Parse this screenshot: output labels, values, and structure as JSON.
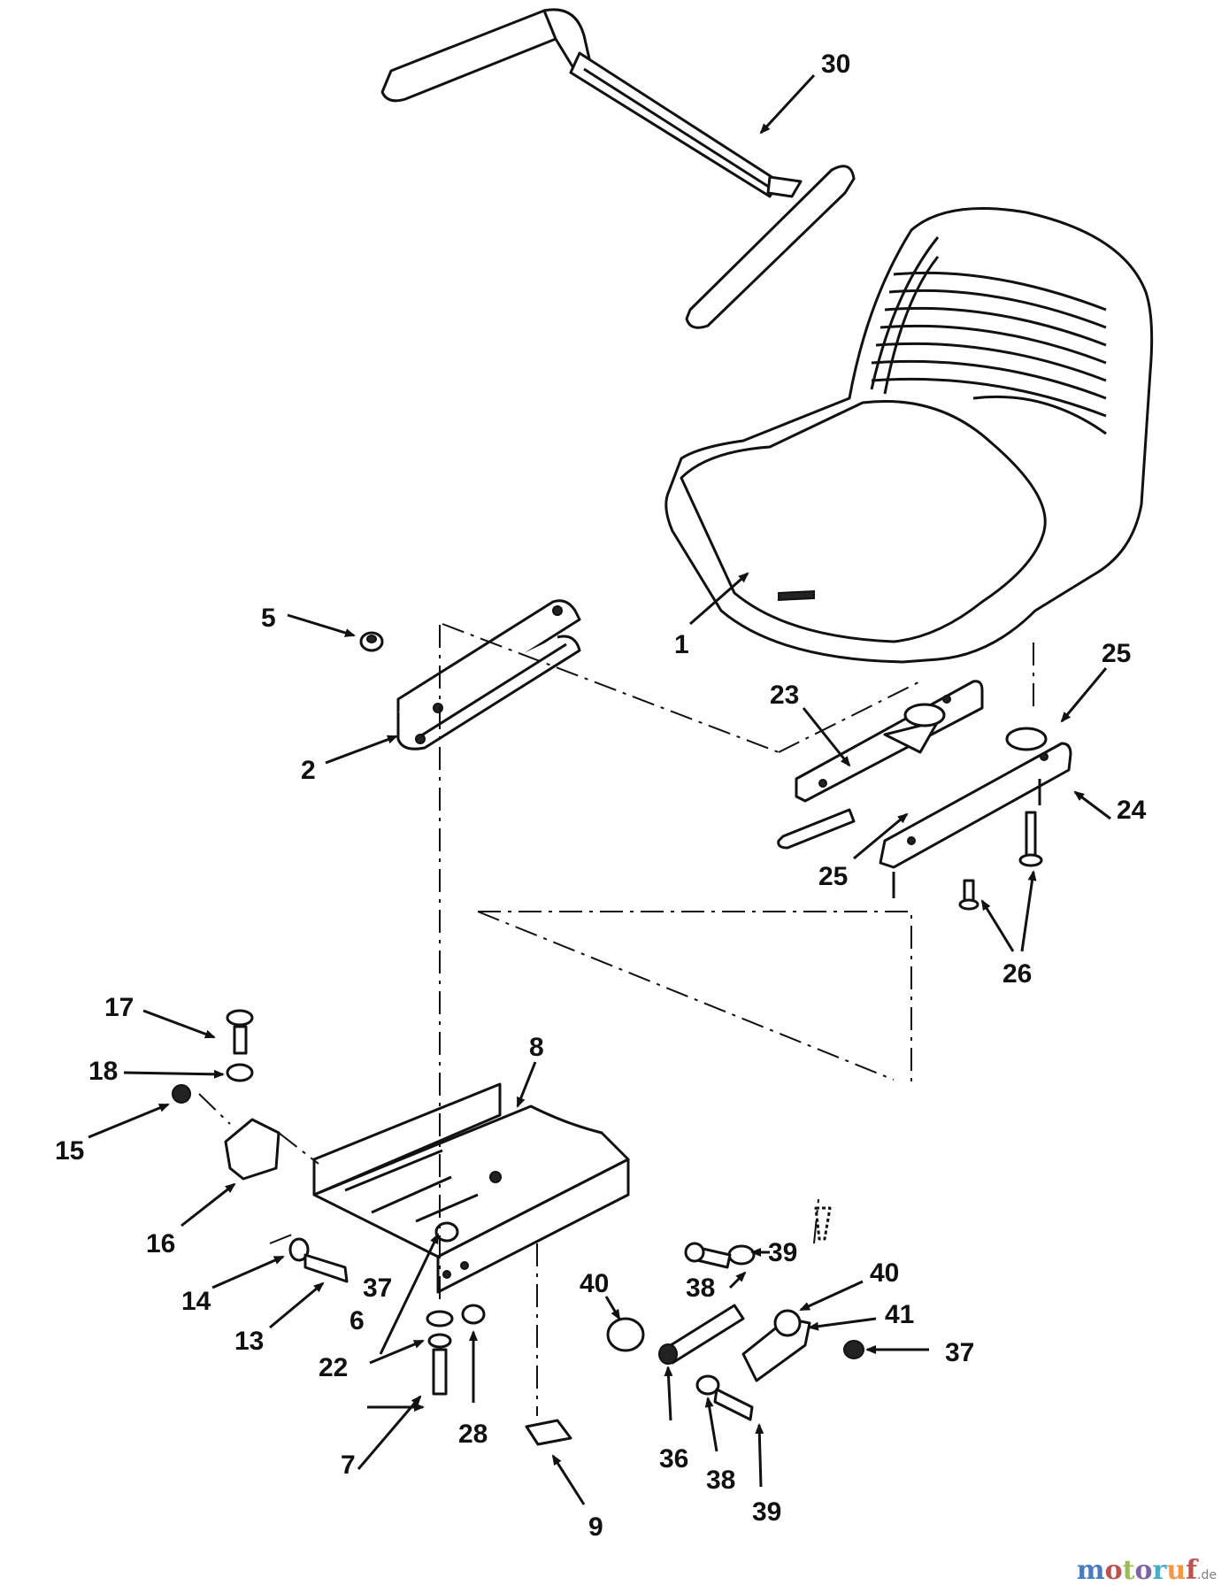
{
  "callouts": {
    "c30": "30",
    "c1": "1",
    "c5": "5",
    "c2": "2",
    "c23": "23",
    "c25a": "25",
    "c25b": "25",
    "c24": "24",
    "c26": "26",
    "c17": "17",
    "c18": "18",
    "c15": "15",
    "c8": "8",
    "c16": "16",
    "c14": "14",
    "c13": "13",
    "c37a": "37",
    "c6": "6",
    "c22": "22",
    "c7": "7",
    "c28": "28",
    "c9": "9",
    "c40a": "40",
    "c36": "36",
    "c38a": "38",
    "c39a": "39",
    "c38b": "38",
    "c39b": "39",
    "c40b": "40",
    "c41": "41",
    "c37b": "37"
  },
  "watermark": {
    "m": "m",
    "o1": "o",
    "t": "t",
    "o2": "o",
    "r": "r",
    "u": "u",
    "f": "f",
    "de": ".de"
  },
  "colors": {
    "m": "#4a7abf",
    "o1": "#c0504d",
    "t": "#9bbb59",
    "o2": "#8064a2",
    "r": "#4bacc6",
    "u": "#f79646",
    "f": "#c0504d",
    "de": "#7f7f7f"
  }
}
